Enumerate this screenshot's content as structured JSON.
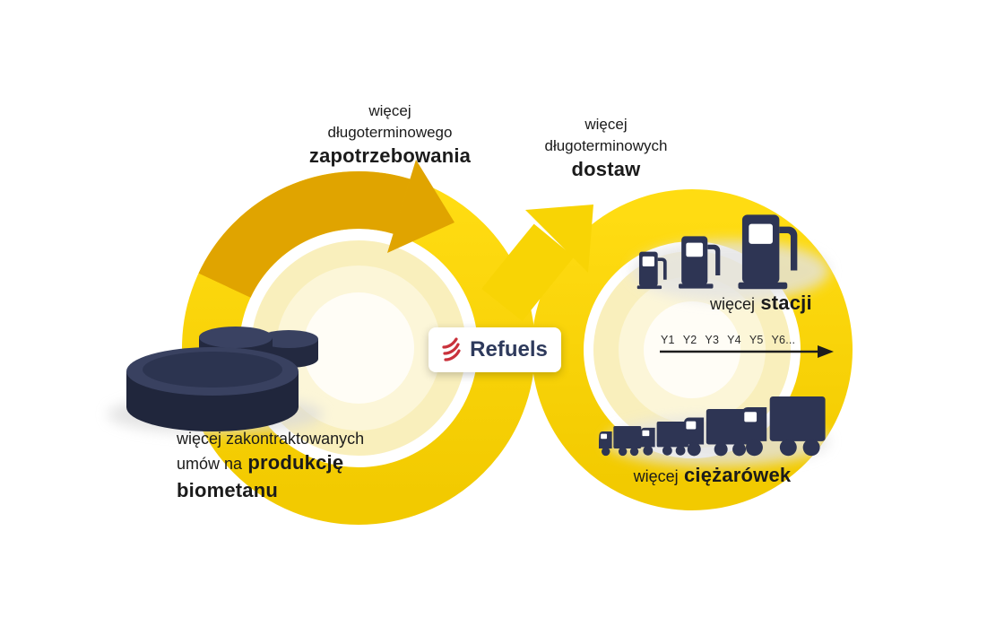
{
  "diagram": {
    "demand": {
      "line1": "więcej",
      "line2": "długoterminowego",
      "line3": "zapotrzebowania"
    },
    "supply": {
      "line1": "więcej",
      "line2": "długoterminowych",
      "line3": "dostaw"
    },
    "stations": {
      "regular": "więcej",
      "bold": "stacji"
    },
    "trucks": {
      "regular": "więcej",
      "bold": "ciężarówek"
    },
    "production": {
      "line1": "więcej zakontraktowanych",
      "line2_regular": "umów na",
      "line2_bold": "produkcję",
      "line3_bold": "biometanu"
    },
    "timeline": [
      "Y1",
      "Y2",
      "Y3",
      "Y4",
      "Y5",
      "Y6..."
    ],
    "logo_text": "Refuels"
  },
  "colors": {
    "loop_yellow": "#F8D405",
    "arrow_gold": "#E0A400",
    "icon_navy": "#2E3554",
    "disc_navy_body": "#232940",
    "disc_navy_top": "#394160",
    "logo_red": "#C9313B",
    "logo_navy": "#2E3A5C",
    "text": "#1B1B1B",
    "timeline_arrow": "#1D1D1D"
  },
  "icon_names": {
    "loop": "infinity-loop-arrows-icon",
    "left": "biomethane-tanks-icon",
    "top_right": "fuel-pumps-icon",
    "bottom_right": "delivery-trucks-icon",
    "logo": "refuels-logo-icon",
    "timeline": "years-axis-arrow-icon"
  }
}
